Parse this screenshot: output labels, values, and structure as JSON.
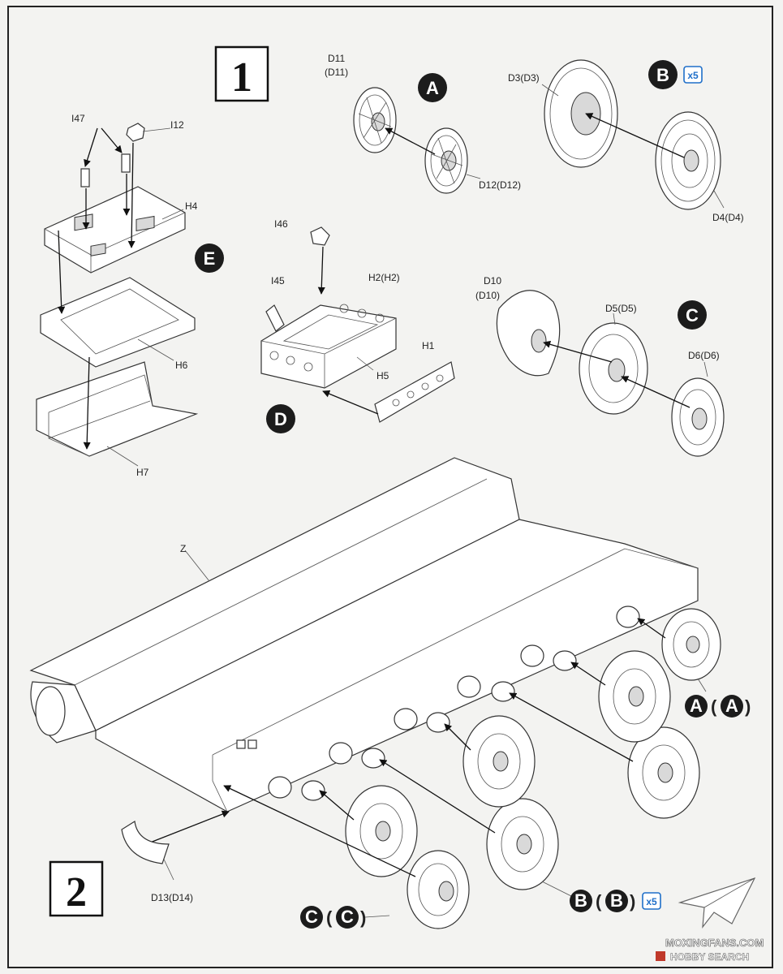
{
  "steps": {
    "step1": "1",
    "step2": "2"
  },
  "badges": {
    "a": "A",
    "b": "B",
    "c": "C",
    "d": "D",
    "e": "E"
  },
  "multiplier": "x5",
  "parts": {
    "d11": "D11",
    "d11p": "(D11)",
    "d12": "D12(D12)",
    "d3": "D3(D3)",
    "d4": "D4(D4)",
    "i47": "I47",
    "i12": "I12",
    "h4": "H4",
    "h6": "H6",
    "h7": "H7",
    "i46": "I46",
    "i45": "I45",
    "h2": "H2(H2)",
    "h5": "H5",
    "h1": "H1",
    "d10": "D10",
    "d10p": "(D10)",
    "d5": "D5(D5)",
    "d6": "D6(D6)",
    "z": "Z",
    "d13": "D13(D14)"
  },
  "callouts": {
    "a_paren": "(",
    "a_letter": "A",
    "a_close": ")"
  },
  "watermark": {
    "line1": "MOXINGFANS.COM",
    "line2": "HOBBY SEARCH"
  },
  "colors": {
    "badge": "#1c1c1c",
    "multiplier": "#1f6fc9",
    "background": "#f3f3f1"
  }
}
